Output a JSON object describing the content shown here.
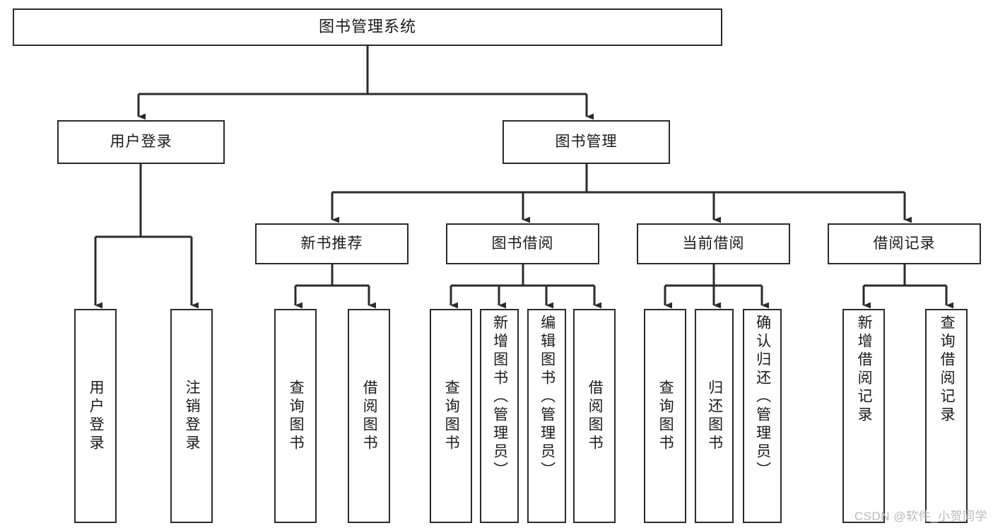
{
  "diagram": {
    "title_node": {
      "label": "图书管理系统"
    },
    "level1": [
      {
        "id": "user-login",
        "label": "用户登录"
      },
      {
        "id": "book-management",
        "label": "图书管理"
      }
    ],
    "level2": [
      {
        "id": "new-book-recommend",
        "label": "新书推荐"
      },
      {
        "id": "book-borrow",
        "label": "图书借阅"
      },
      {
        "id": "current-borrow",
        "label": "当前借阅"
      },
      {
        "id": "borrow-record",
        "label": "借阅记录"
      }
    ],
    "leaves": [
      {
        "id": "leaf-user-login",
        "label": "用户登录",
        "parent": "user-login"
      },
      {
        "id": "leaf-logout-login",
        "label": "注销登录",
        "parent": "user-login"
      },
      {
        "id": "leaf-query-book-1",
        "label": "查询图书",
        "parent": "new-book-recommend"
      },
      {
        "id": "leaf-borrow-book-1",
        "label": "借阅图书",
        "parent": "new-book-recommend"
      },
      {
        "id": "leaf-query-book-2",
        "label": "查询图书",
        "parent": "book-borrow"
      },
      {
        "id": "leaf-add-book",
        "label": "新增图书（管理员）",
        "parent": "book-borrow"
      },
      {
        "id": "leaf-edit-book",
        "label": "编辑图书（管理员）",
        "parent": "book-borrow"
      },
      {
        "id": "leaf-borrow-book-2",
        "label": "借阅图书",
        "parent": "book-borrow"
      },
      {
        "id": "leaf-query-book-3",
        "label": "查询图书",
        "parent": "current-borrow"
      },
      {
        "id": "leaf-return-book",
        "label": "归还图书",
        "parent": "current-borrow"
      },
      {
        "id": "leaf-confirm-return",
        "label": "确认归还（管理员）",
        "parent": "current-borrow"
      },
      {
        "id": "leaf-add-record",
        "label": "新增借阅记录",
        "parent": "borrow-record"
      },
      {
        "id": "leaf-query-record",
        "label": "查询借阅记录",
        "parent": "borrow-record"
      }
    ],
    "watermark": "CSDN @软件_小贺同学",
    "colors": {
      "stroke": "#2b2b2b",
      "background": "#ffffff",
      "text": "#1a1a1a",
      "watermark": "#b9b9b9"
    }
  }
}
